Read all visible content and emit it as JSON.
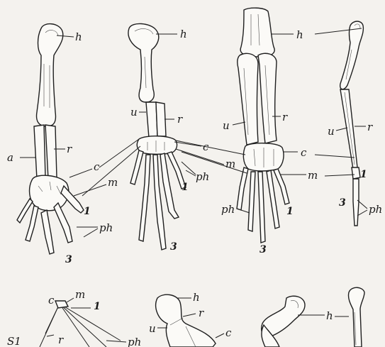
{
  "labels": {
    "h": "h",
    "r": "r",
    "u": "u",
    "a": "a",
    "c": "c",
    "m": "m",
    "ph": "ph",
    "one": "1",
    "three": "3",
    "s1": "S1"
  },
  "colors": {
    "background": "#f4f2ee",
    "bone_fill": "#fbfaf7",
    "ink": "#1f1f1f"
  }
}
